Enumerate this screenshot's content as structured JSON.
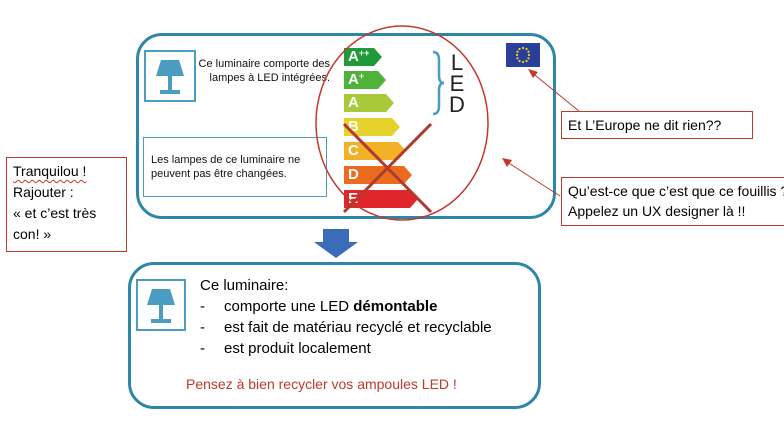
{
  "top_panel": {
    "led_label_text": "Ce luminaire comporte des lampes à LED intégrées.",
    "warning_text": "Les lampes de ce luminaire ne peuvent pas être changées.",
    "energy_classes": [
      {
        "letter": "A",
        "sup": "++",
        "color": "#1f9a3b"
      },
      {
        "letter": "A",
        "sup": "+",
        "color": "#4fb33a"
      },
      {
        "letter": "A",
        "sup": "",
        "color": "#a8c93a"
      },
      {
        "letter": "B",
        "sup": "",
        "color": "#e6d22c"
      },
      {
        "letter": "C",
        "sup": "",
        "color": "#f2b126"
      },
      {
        "letter": "D",
        "sup": "",
        "color": "#ec6c1f"
      },
      {
        "letter": "E",
        "sup": "",
        "color": "#e0262b"
      }
    ],
    "led_vertical": [
      "L",
      "E",
      "D"
    ]
  },
  "notes": {
    "left_lines": [
      "Tranquilou !",
      "Rajouter :",
      "« et c’est très",
      "con! »"
    ],
    "europe": "Et L’Europe ne dit rien??",
    "ux_lines": [
      "Qu’est-ce que c’est que ce fouillis ?",
      "Appelez un UX designer là !!"
    ]
  },
  "bottom_panel": {
    "title": "Ce luminaire:",
    "item1_prefix": "comporte une LED ",
    "item1_bold": "démontable",
    "item2": "est fait de matériau recyclé et recyclable",
    "item3": "est produit localement",
    "dash": "-",
    "footer": "Pensez à bien recycler vos ampoules LED !",
    "footer_color": "#c0392b"
  },
  "colors": {
    "panel_border": "#2e86a6",
    "annotation_red": "#c0392b",
    "arrow_blue": "#3b6cb7",
    "eu_blue": "#2a3f97",
    "eu_star": "#f7d21a"
  }
}
